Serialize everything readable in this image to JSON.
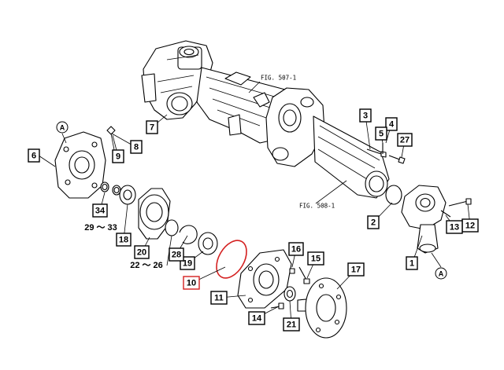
{
  "diagram": {
    "callouts": [
      "1",
      "2",
      "3",
      "4",
      "5",
      "6",
      "7",
      "8",
      "9",
      "10",
      "11",
      "12",
      "13",
      "14",
      "15",
      "16",
      "17",
      "18",
      "19",
      "20",
      "21",
      "27",
      "28",
      "34"
    ],
    "plain_labels": [
      "29 ～ 33",
      "22 ～ 26"
    ],
    "circle_labels": [
      "A",
      "A"
    ],
    "figure_refs": [
      "FIG. 507-1",
      "FIG. 508-1"
    ],
    "colors": {
      "line": "#000000",
      "highlight": "#d42020",
      "background": "#ffffff"
    }
  }
}
